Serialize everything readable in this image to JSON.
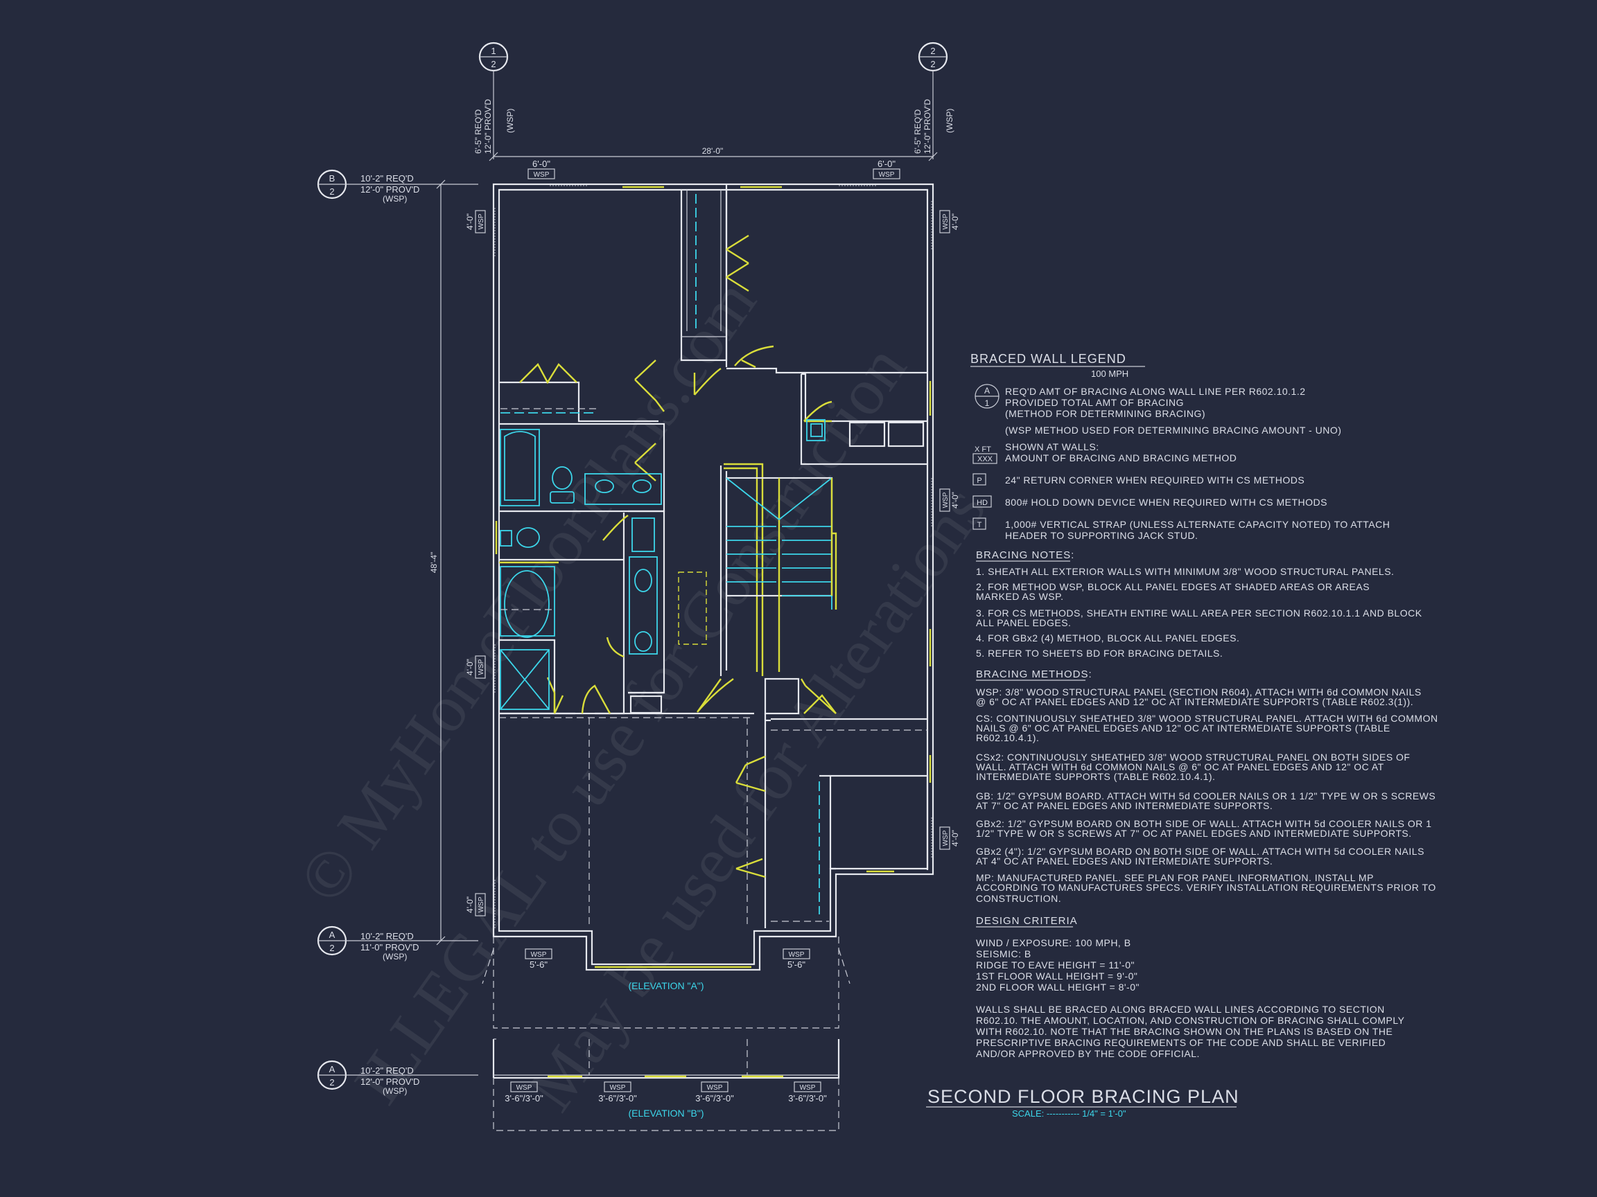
{
  "watermark": {
    "line1": "© MyHomeFloorPlans.com",
    "line2": "ILLEGAL to use for Construction",
    "line3": "May be used for Alterations"
  },
  "grid_bubbles": {
    "top_left": {
      "top": "1",
      "bottom": "2"
    },
    "top_right": {
      "top": "2",
      "bottom": "2"
    },
    "left_b": {
      "top": "B",
      "bottom": "2"
    },
    "left_a1": {
      "top": "A",
      "bottom": "2"
    },
    "left_a2": {
      "top": "A",
      "bottom": "2"
    }
  },
  "bracing_callouts": {
    "top_left": [
      "6'-5\" REQ'D",
      "12'-0\" PROV'D",
      "(WSP)"
    ],
    "top_right": [
      "6'-5\" REQ'D",
      "12'-0\" PROV'D",
      "(WSP)"
    ],
    "left_b": [
      "10'-2\" REQ'D",
      "12'-0\" PROV'D",
      "(WSP)"
    ],
    "left_a1": [
      "10'-2\" REQ'D",
      "11'-0\" PROV'D",
      "(WSP)"
    ],
    "left_a2": [
      "10'-2\" REQ'D",
      "12'-0\" PROV'D",
      "(WSP)"
    ]
  },
  "dimensions": {
    "overall_width": "28'-0\"",
    "overall_depth": "48'-4\"",
    "top_panel_left": "6'-0\"",
    "top_panel_right": "6'-0\"",
    "side_panel": "4'-0\"",
    "front_left": "5'-6\"",
    "front_right": "5'-6\"",
    "rear_panel": "3'-6\"/3'-0\""
  },
  "tags": {
    "wsp": "WSP"
  },
  "elevations": {
    "a": "(ELEVATION \"A\")",
    "b": "(ELEVATION \"B\")"
  },
  "plan_title": {
    "title": "SECOND FLOOR BRACING PLAN",
    "scale_label": "SCALE: ----------- 1/4\" = 1'-0\""
  },
  "legend": {
    "title": "BRACED WALL LEGEND",
    "speed": "100 MPH",
    "bubble_top": "A",
    "bubble_bottom": "1",
    "bubble_lines": [
      "REQ'D AMT OF BRACING ALONG WALL LINE PER R602.10.1.2",
      "PROVIDED TOTAL AMT OF BRACING",
      "(METHOD FOR DETERMINING BRACING)",
      "(WSP METHOD USED FOR DETERMINING BRACING AMOUNT - UNO)"
    ],
    "xft_symbol_top": "X FT",
    "xft_symbol_bottom": "XXX",
    "xft_lines": [
      "SHOWN AT WALLS:",
      "AMOUNT OF BRACING AND BRACING METHOD"
    ],
    "p_symbol": "P",
    "p_text": "24\" RETURN CORNER WHEN REQUIRED WITH CS METHODS",
    "hd_symbol": "HD",
    "hd_text": "800# HOLD DOWN DEVICE WHEN REQUIRED WITH CS METHODS",
    "t_symbol": "T",
    "t_lines": [
      "1,000# VERTICAL STRAP (UNLESS ALTERNATE CAPACITY NOTED) TO ATTACH",
      "HEADER TO SUPPORTING JACK STUD."
    ]
  },
  "notes": {
    "title": "BRACING NOTES:",
    "items": [
      [
        "1. SHEATH ALL EXTERIOR WALLS WITH MINIMUM 3/8\" WOOD STRUCTURAL PANELS."
      ],
      [
        "2. FOR METHOD WSP, BLOCK ALL PANEL EDGES AT SHADED AREAS OR AREAS",
        "MARKED AS WSP."
      ],
      [
        "3. FOR CS METHODS, SHEATH ENTIRE WALL AREA PER SECTION R602.10.1.1 AND BLOCK",
        "ALL PANEL EDGES."
      ],
      [
        "4. FOR GBx2 (4) METHOD, BLOCK ALL PANEL EDGES."
      ],
      [
        "5. REFER TO SHEETS BD FOR BRACING DETAILS."
      ]
    ]
  },
  "methods": {
    "title": "BRACING METHODS:",
    "items": [
      [
        "WSP: 3/8\" WOOD STRUCTURAL PANEL (SECTION R604), ATTACH WITH 6d COMMON NAILS",
        "@ 6\" OC AT PANEL EDGES AND 12\" OC AT INTERMEDIATE SUPPORTS (TABLE R602.3(1))."
      ],
      [
        "CS: CONTINUOUSLY SHEATHED 3/8\" WOOD STRUCTURAL PANEL. ATTACH WITH 6d COMMON",
        "NAILS @ 6\" OC AT PANEL EDGES AND 12\" OC AT INTERMEDIATE SUPPORTS (TABLE",
        "R602.10.4.1)."
      ],
      [
        "CSx2: CONTINUOUSLY SHEATHED 3/8\" WOOD STRUCTURAL PANEL ON BOTH SIDES OF",
        "WALL. ATTACH WITH 6d COMMON NAILS @ 6\" OC AT PANEL EDGES AND 12\" OC AT",
        "INTERMEDIATE SUPPORTS (TABLE R602.10.4.1)."
      ],
      [
        "GB: 1/2\" GYPSUM BOARD. ATTACH WITH 5d COOLER NAILS OR 1 1/2\" TYPE W OR S SCREWS",
        "AT 7\" OC AT PANEL EDGES AND INTERMEDIATE SUPPORTS."
      ],
      [
        "GBx2: 1/2\" GYPSUM BOARD ON BOTH SIDE OF WALL. ATTACH WITH 5d COOLER NAILS OR 1",
        "1/2\" TYPE W OR S SCREWS AT 7\" OC AT PANEL EDGES AND INTERMEDIATE SUPPORTS."
      ],
      [
        "GBx2 (4\"): 1/2\" GYPSUM BOARD ON BOTH SIDE OF WALL. ATTACH WITH 5d COOLER NAILS",
        "AT 4\" OC AT PANEL EDGES AND INTERMEDIATE SUPPORTS."
      ],
      [
        "MP: MANUFACTURED PANEL. SEE PLAN FOR PANEL INFORMATION. INSTALL MP",
        "ACCORDING TO MANUFACTURES SPECS. VERIFY INSTALLATION REQUIREMENTS PRIOR TO",
        "CONSTRUCTION."
      ]
    ]
  },
  "design": {
    "title": "DESIGN CRITERIA",
    "items": [
      "WIND / EXPOSURE:  100 MPH, B",
      "SEISMIC:  B",
      "RIDGE TO EAVE HEIGHT = 11'-0\"",
      "1ST FLOOR WALL HEIGHT = 9'-0\"",
      "2ND FLOOR WALL HEIGHT = 8'-0\""
    ],
    "paragraph": [
      "WALLS SHALL BE BRACED ALONG BRACED WALL LINES ACCORDING TO SECTION",
      "R602.10. THE AMOUNT, LOCATION, AND CONSTRUCTION OF BRACING SHALL COMPLY",
      "WITH R602.10. NOTE THAT THE BRACING SHOWN ON THE PLANS IS BASED ON THE",
      "PRESCRIPTIVE BRACING REQUIREMENTS OF THE CODE AND SHALL BE VERIFIED",
      "AND/OR APPROVED BY THE CODE OFFICIAL."
    ]
  }
}
